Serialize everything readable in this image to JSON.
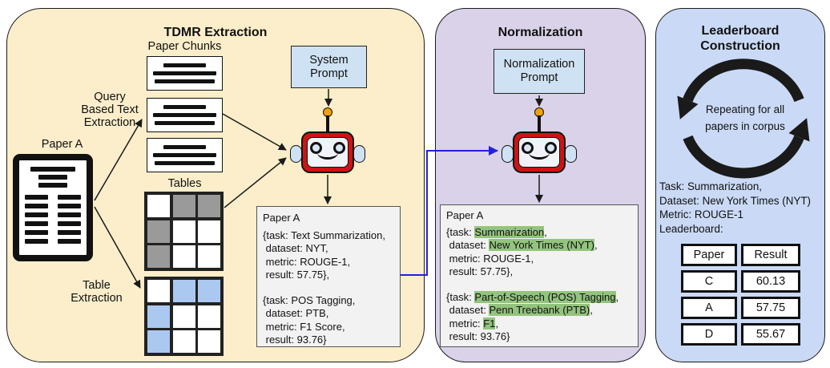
{
  "colors": {
    "tdmr_panel_bg": "#FCEECA",
    "normalization_panel_bg": "#D9D2E9",
    "leaderboard_panel_bg": "#CADAF6",
    "prompt_box_bg": "#CFE2F3",
    "output_box_bg": "#F2F2F2",
    "highlight_green": "#93C47D",
    "connector_blue": "#2222DD",
    "table_gray_cell": "#9A9A9A",
    "table_blue_cell": "#ABC8F0",
    "robot_red": "#CC1414",
    "robot_antenna_orange": "#F2A007"
  },
  "tdmr": {
    "title": "TDMR Extraction",
    "paper_chunks_label": "Paper Chunks",
    "query_extraction_label": "Query\nBased Text\nExtraction",
    "paper_a_label": "Paper A",
    "tables_label": "Tables",
    "table_extraction_label": "Table\nExtraction",
    "system_prompt_label": "System\nPrompt",
    "gray_table_pattern": [
      [
        0,
        1,
        1
      ],
      [
        1,
        0,
        0
      ],
      [
        1,
        0,
        0
      ]
    ],
    "blue_table_pattern": [
      [
        0,
        1,
        1
      ],
      [
        1,
        0,
        0
      ],
      [
        1,
        0,
        0
      ]
    ],
    "output_box": {
      "title": "Paper A",
      "lines": [
        "{task: Text Summarization,",
        " dataset: NYT,",
        " metric: ROUGE-1,",
        " result: 57.75},",
        "",
        "{task: POS Tagging,",
        " dataset: PTB,",
        " metric: F1 Score,",
        " result: 93.76}"
      ]
    }
  },
  "normalization": {
    "title": "Normalization",
    "prompt_label": "Normalization\nPrompt",
    "output_box": {
      "title": "Paper A",
      "lines": [
        [
          {
            "t": "{task: "
          },
          {
            "t": "Summarization",
            "h": true
          },
          {
            "t": ","
          }
        ],
        [
          {
            "t": " dataset: "
          },
          {
            "t": "New York Times (NYT)",
            "h": true
          },
          {
            "t": ","
          }
        ],
        [
          {
            "t": " metric: ROUGE-1,"
          }
        ],
        [
          {
            "t": " result: 57.75},"
          }
        ],
        [],
        [
          {
            "t": "{task: "
          },
          {
            "t": "Part-of-Speech (POS) Tagging",
            "h": true
          },
          {
            "t": ","
          }
        ],
        [
          {
            "t": " dataset: "
          },
          {
            "t": "Penn Treebank (PTB)",
            "h": true
          },
          {
            "t": ","
          }
        ],
        [
          {
            "t": " metric: "
          },
          {
            "t": "F1",
            "h": true
          },
          {
            "t": ","
          }
        ],
        [
          {
            "t": " result: 93.76}"
          }
        ]
      ]
    }
  },
  "leaderboard": {
    "title": "Leaderboard\nConstruction",
    "cycle_label": "Repeating for all\npapers in corpus",
    "info_lines": [
      "Task: Summarization,",
      "Dataset: New York Times (NYT)",
      "Metric: ROUGE-1",
      "Leaderboard:"
    ],
    "table": {
      "headers": [
        "Paper",
        "Result"
      ],
      "rows": [
        [
          "C",
          "60.13"
        ],
        [
          "A",
          "57.75"
        ],
        [
          "D",
          "55.67"
        ]
      ]
    }
  }
}
